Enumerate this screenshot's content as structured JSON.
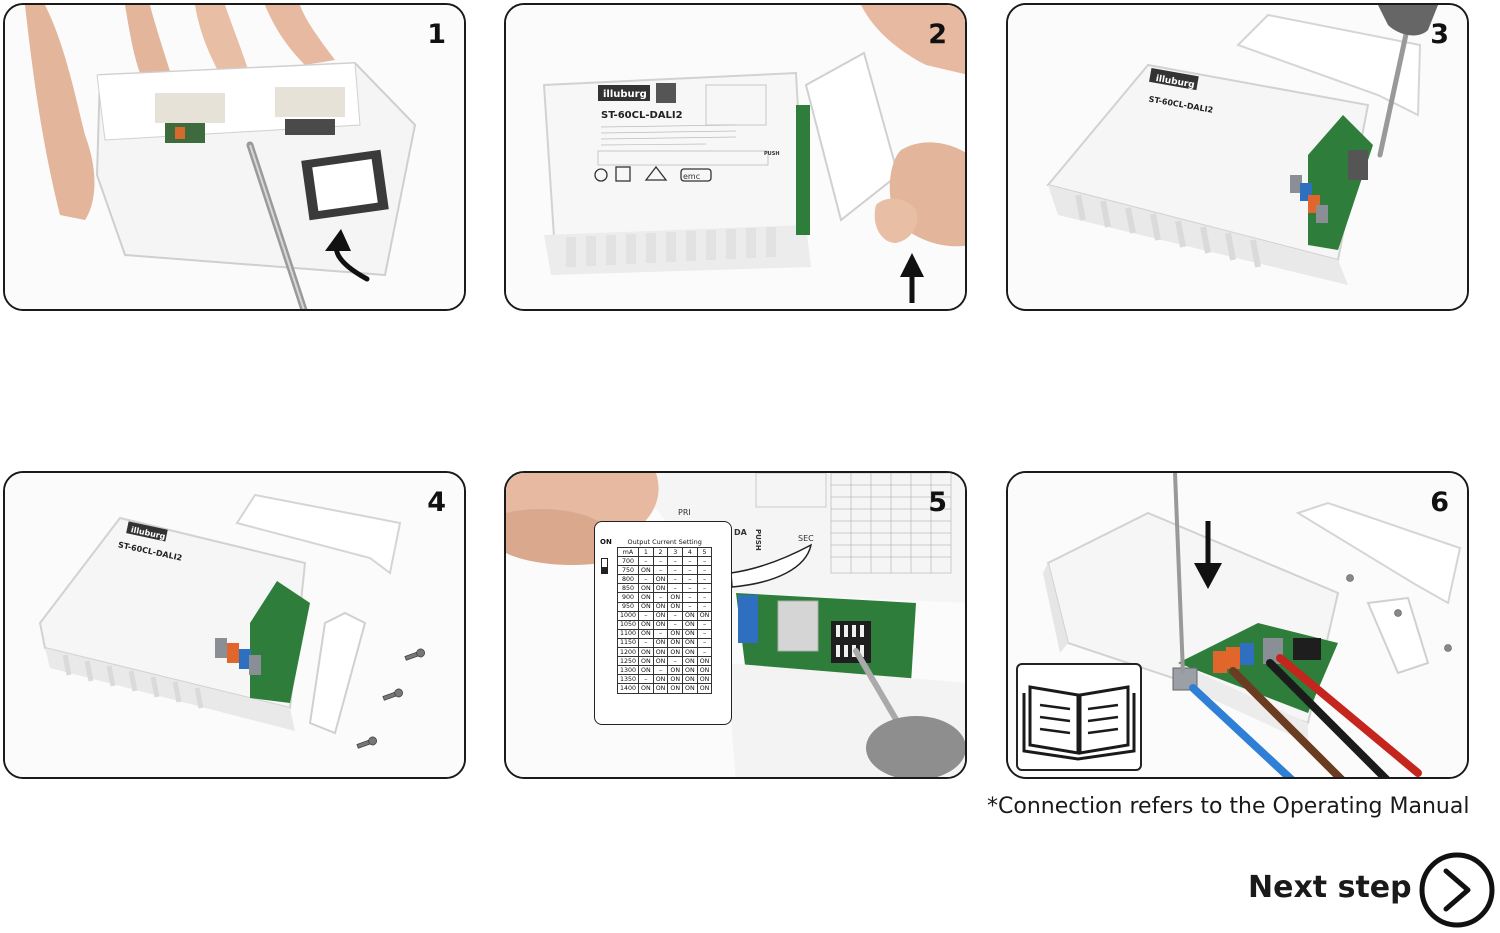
{
  "steps": [
    {
      "number": "1"
    },
    {
      "number": "2",
      "model": "ST-60CL-DALI2",
      "brand": "illuburg",
      "push_label": "PUSH",
      "emc_label": "emc"
    },
    {
      "number": "3",
      "model": "ST-60CL-DALI2",
      "brand": "illuburg"
    },
    {
      "number": "4",
      "model": "ST-60CL-DALI2",
      "brand": "illuburg"
    },
    {
      "number": "5",
      "labels": {
        "pri": "PRI",
        "da": "DA",
        "push": "PUSH",
        "sec": "SEC"
      }
    },
    {
      "number": "6"
    }
  ],
  "current_table": {
    "title": "Output Current Setting",
    "on_label": "ON",
    "headers": [
      "mA",
      "1",
      "2",
      "3",
      "4",
      "5"
    ],
    "rows": [
      [
        "700",
        "–",
        "–",
        "–",
        "–",
        "–"
      ],
      [
        "750",
        "ON",
        "–",
        "–",
        "–",
        "–"
      ],
      [
        "800",
        "–",
        "ON",
        "–",
        "–",
        "–"
      ],
      [
        "850",
        "ON",
        "ON",
        "–",
        "–",
        "–"
      ],
      [
        "900",
        "ON",
        "–",
        "ON",
        "–",
        "–"
      ],
      [
        "950",
        "ON",
        "ON",
        "ON",
        "–",
        "–"
      ],
      [
        "1000",
        "–",
        "ON",
        "–",
        "ON",
        "ON"
      ],
      [
        "1050",
        "ON",
        "ON",
        "–",
        "ON",
        "–"
      ],
      [
        "1100",
        "ON",
        "–",
        "ON",
        "ON",
        "–"
      ],
      [
        "1150",
        "–",
        "ON",
        "ON",
        "ON",
        "–"
      ],
      [
        "1200",
        "ON",
        "ON",
        "ON",
        "ON",
        "–"
      ],
      [
        "1250",
        "ON",
        "ON",
        "–",
        "ON",
        "ON"
      ],
      [
        "1300",
        "ON",
        "–",
        "ON",
        "ON",
        "ON"
      ],
      [
        "1350",
        "–",
        "ON",
        "ON",
        "ON",
        "ON"
      ],
      [
        "1400",
        "ON",
        "ON",
        "ON",
        "ON",
        "ON"
      ]
    ]
  },
  "note": "*Connection refers to the Operating Manual",
  "next_step_label": "Next step",
  "icons": {
    "next": "chevron-right-circle-icon",
    "manual": "open-book-icon",
    "arrow_curved": "curved-arrow-icon",
    "arrow_up": "arrow-up-icon",
    "arrow_down": "arrow-down-icon"
  },
  "colors": {
    "outline": "#1a1a1a",
    "housing": "#f4f4f4",
    "pcb": "#2e7d3a",
    "terminal_orange": "#e0662b",
    "terminal_blue": "#2f6fc0",
    "terminal_grey": "#8a8f96",
    "wire_blue": "#2f7fd6",
    "wire_brown": "#6b3b22",
    "wire_red": "#c4261e",
    "wire_black": "#1b1b1b",
    "skin": "#e6b9a0"
  }
}
